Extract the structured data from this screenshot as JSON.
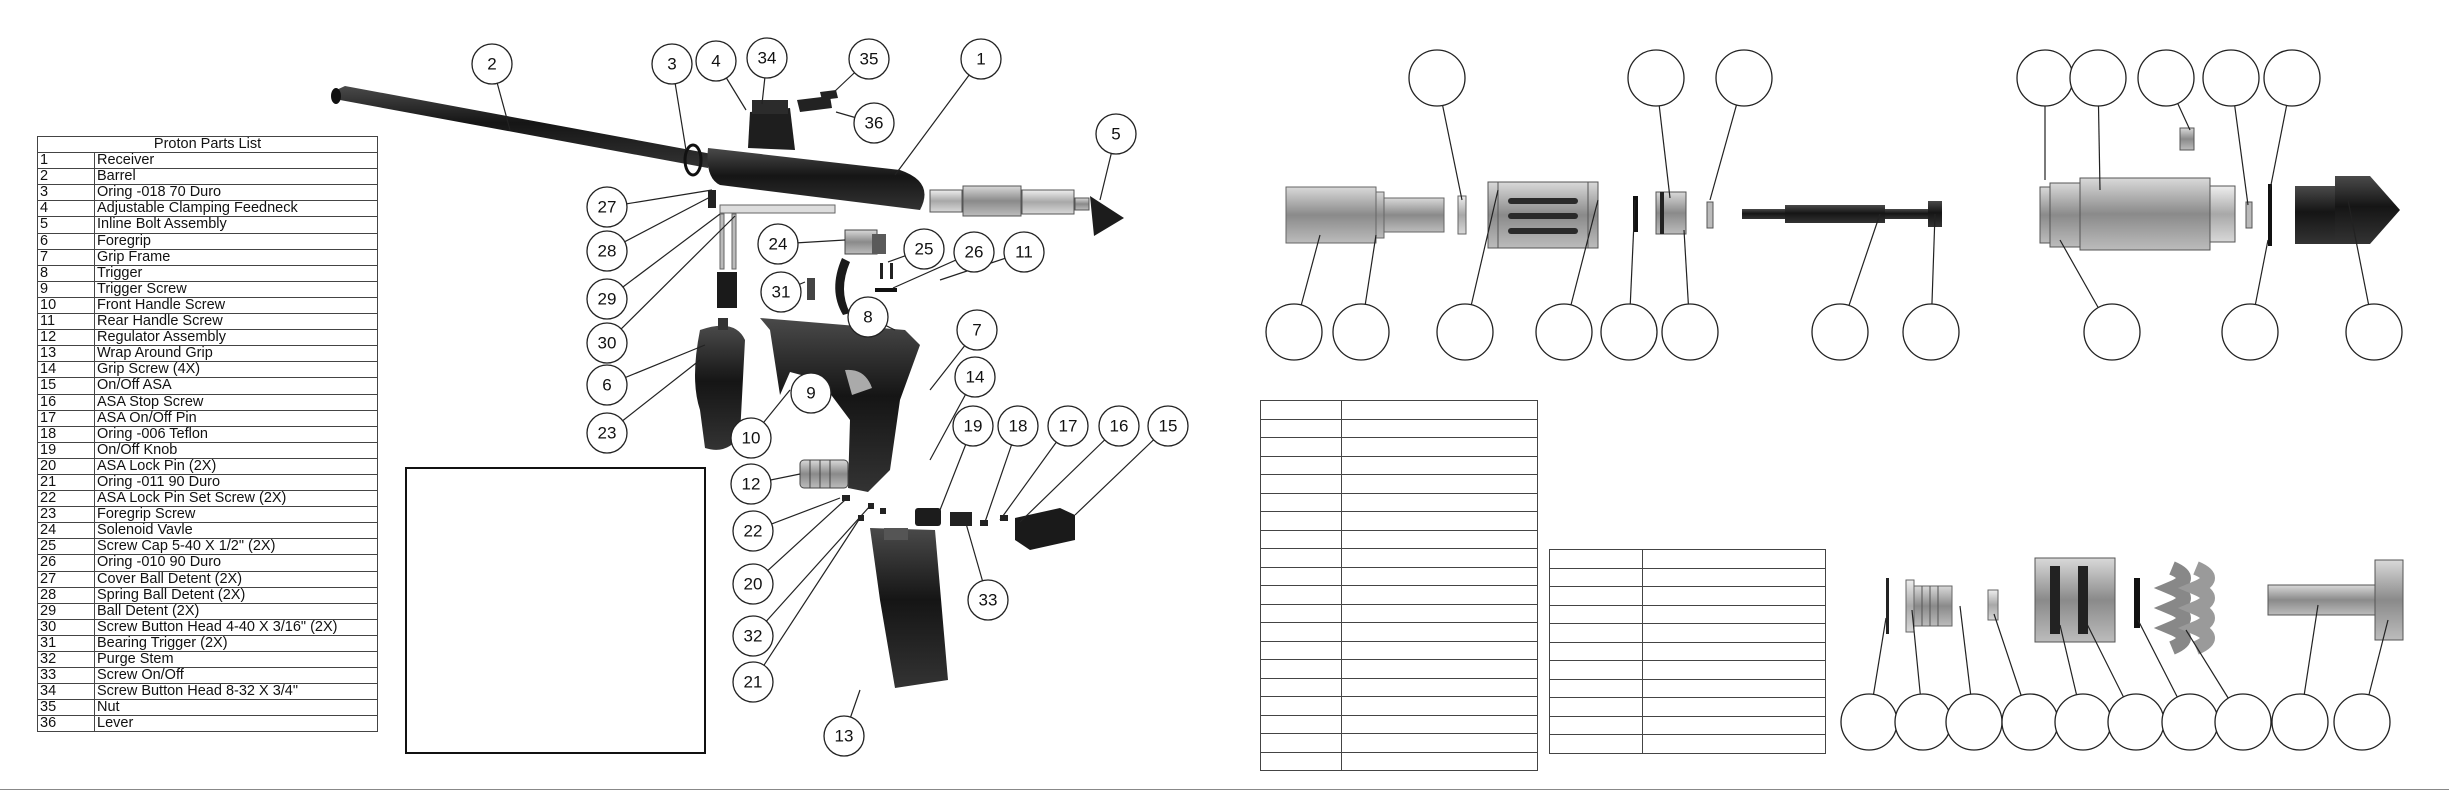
{
  "parts_list": {
    "title": "Proton Parts List",
    "rows": [
      {
        "num": "1",
        "name": "Receiver"
      },
      {
        "num": "2",
        "name": "Barrel"
      },
      {
        "num": "3",
        "name": "Oring -018 70 Duro"
      },
      {
        "num": "4",
        "name": "Adjustable Clamping Feedneck"
      },
      {
        "num": "5",
        "name": "Inline Bolt Assembly"
      },
      {
        "num": "6",
        "name": "Foregrip"
      },
      {
        "num": "7",
        "name": "Grip Frame"
      },
      {
        "num": "8",
        "name": "Trigger"
      },
      {
        "num": "9",
        "name": "Trigger Screw"
      },
      {
        "num": "10",
        "name": "Front Handle Screw"
      },
      {
        "num": "11",
        "name": "Rear Handle Screw"
      },
      {
        "num": "12",
        "name": "Regulator Assembly"
      },
      {
        "num": "13",
        "name": "Wrap Around Grip"
      },
      {
        "num": "14",
        "name": "Grip Screw (4X)"
      },
      {
        "num": "15",
        "name": "On/Off ASA"
      },
      {
        "num": "16",
        "name": "ASA Stop Screw"
      },
      {
        "num": "17",
        "name": "ASA On/Off Pin"
      },
      {
        "num": "18",
        "name": "Oring -006 Teflon"
      },
      {
        "num": "19",
        "name": "On/Off Knob"
      },
      {
        "num": "20",
        "name": "ASA Lock Pin (2X)"
      },
      {
        "num": "21",
        "name": "Oring -011 90 Duro"
      },
      {
        "num": "22",
        "name": "ASA Lock Pin Set Screw (2X)"
      },
      {
        "num": "23",
        "name": "Foregrip Screw"
      },
      {
        "num": "24",
        "name": "Solenoid Vavle"
      },
      {
        "num": "25",
        "name": "Screw Cap 5-40 X 1/2\" (2X)"
      },
      {
        "num": "26",
        "name": "Oring -010 90 Duro"
      },
      {
        "num": "27",
        "name": "Cover Ball Detent (2X)"
      },
      {
        "num": "28",
        "name": "Spring Ball Detent (2X)"
      },
      {
        "num": "29",
        "name": "Ball Detent (2X)"
      },
      {
        "num": "30",
        "name": "Screw Button Head 4-40 X 3/16\" (2X)"
      },
      {
        "num": "31",
        "name": "Bearing Trigger (2X)"
      },
      {
        "num": "32",
        "name": "Purge Stem"
      },
      {
        "num": "33",
        "name": "Screw On/Off"
      },
      {
        "num": "34",
        "name": "Screw Button Head 8-32 X 3/4\""
      },
      {
        "num": "35",
        "name": "Nut"
      },
      {
        "num": "36",
        "name": "Lever"
      }
    ]
  },
  "callouts": [
    "1",
    "2",
    "3",
    "4",
    "5",
    "6",
    "7",
    "8",
    "9",
    "10",
    "11",
    "12",
    "13",
    "14",
    "15",
    "16",
    "17",
    "18",
    "19",
    "20",
    "21",
    "22",
    "23",
    "24",
    "25",
    "26",
    "27",
    "28",
    "29",
    "30",
    "31",
    "32",
    "33",
    "34",
    "35",
    "36"
  ],
  "colors": {
    "line": "#222222",
    "part_dark": "#1c1c1c",
    "part_mid": "#8e8e8e",
    "part_light": "#c8c8c8",
    "background": "#ffffff"
  }
}
